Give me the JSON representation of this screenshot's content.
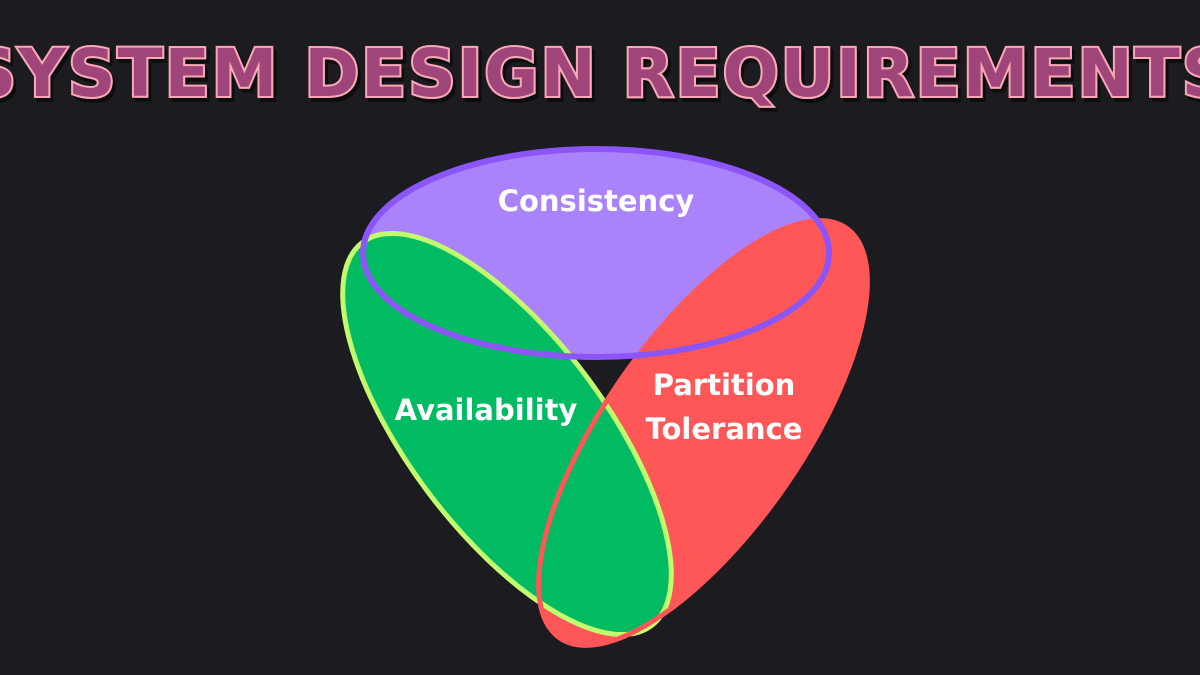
{
  "title": "SYSTEM DESIGN REQUIREMENTS",
  "diagram": {
    "sets": [
      {
        "label": "Consistency",
        "fill": "#aa83fc",
        "stroke": "#8b55f7"
      },
      {
        "label": "Availability",
        "fill": "#00bb62",
        "stroke": "#c3fb6e"
      },
      {
        "label_line1": "Partition",
        "label_line2": "Tolerance",
        "fill": "#ff5757",
        "stroke": "#ff5757"
      }
    ]
  },
  "colors": {
    "background": "#1c1b20",
    "title_fill": "#a0457a",
    "title_outline": "#f9a8b8",
    "label_text": "#ffffff"
  }
}
